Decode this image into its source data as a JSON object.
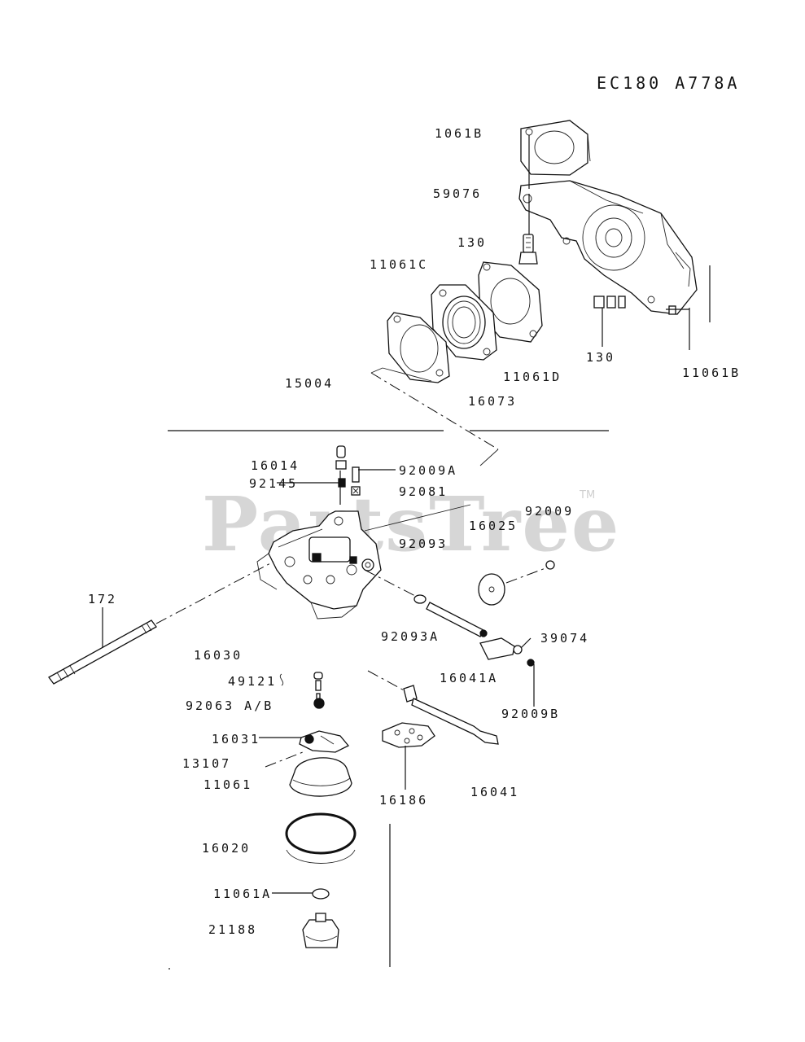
{
  "diagram": {
    "code": "EC180 A778A",
    "watermark": "PartsTree",
    "watermark_mark": "TM",
    "part_labels": [
      "1061B",
      "59076",
      "130",
      "11061C",
      "130",
      "11061B",
      "11061D",
      "15004",
      "16073",
      "16014",
      "92009A",
      "92145",
      "92081",
      "92009",
      "16025",
      "92093",
      "172",
      "92093A",
      "39074",
      "16030",
      "49121",
      "16041A",
      "92063 A/B",
      "92009B",
      "16031",
      "13107",
      "11061",
      "16186",
      "16041",
      "16020",
      "11061A",
      "21188"
    ]
  }
}
